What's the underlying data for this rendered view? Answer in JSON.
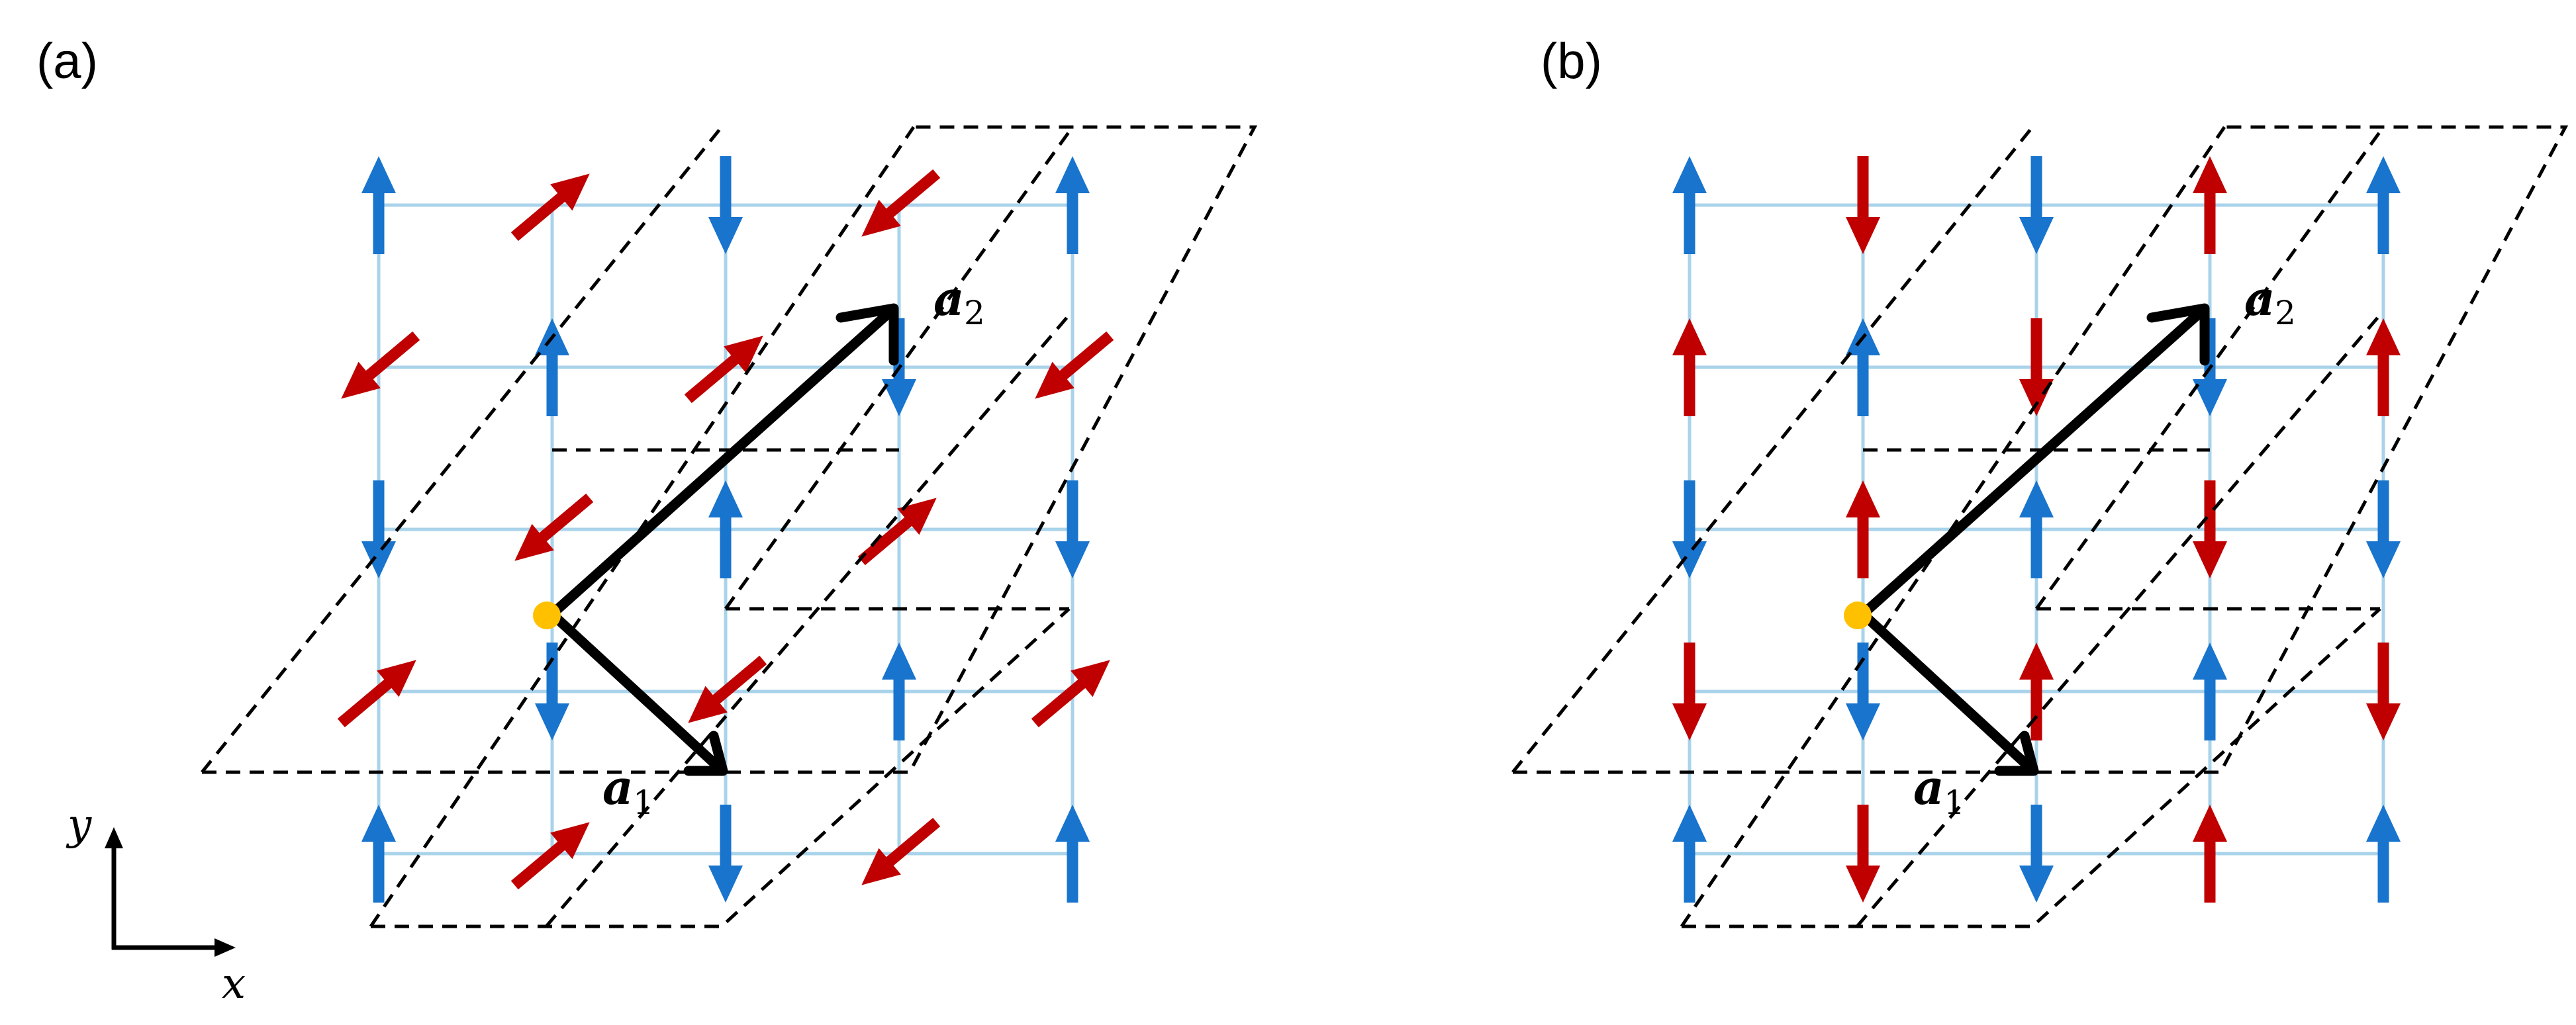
{
  "panels": [
    {
      "id": "a",
      "label": "(a)",
      "vector_labels": {
        "a1_main": "a",
        "a1_sub": "1",
        "a2_main": "a",
        "a2_sub": "2"
      },
      "spin_colors": {
        "blue": "#1874cd",
        "red": "#c00000"
      },
      "spins": [
        {
          "c": 0,
          "r": 0,
          "color": "blue",
          "angle": 90
        },
        {
          "c": 1,
          "r": 0,
          "color": "red",
          "angle": 40
        },
        {
          "c": 2,
          "r": 0,
          "color": "blue",
          "angle": 270
        },
        {
          "c": 3,
          "r": 0,
          "color": "red",
          "angle": 220
        },
        {
          "c": 4,
          "r": 0,
          "color": "blue",
          "angle": 90
        },
        {
          "c": 0,
          "r": 1,
          "color": "red",
          "angle": 220
        },
        {
          "c": 1,
          "r": 1,
          "color": "blue",
          "angle": 90
        },
        {
          "c": 2,
          "r": 1,
          "color": "red",
          "angle": 40
        },
        {
          "c": 3,
          "r": 1,
          "color": "blue",
          "angle": 270
        },
        {
          "c": 4,
          "r": 1,
          "color": "red",
          "angle": 220
        },
        {
          "c": 0,
          "r": 2,
          "color": "blue",
          "angle": 270
        },
        {
          "c": 1,
          "r": 2,
          "color": "red",
          "angle": 220
        },
        {
          "c": 2,
          "r": 2,
          "color": "blue",
          "angle": 90
        },
        {
          "c": 3,
          "r": 2,
          "color": "red",
          "angle": 40
        },
        {
          "c": 4,
          "r": 2,
          "color": "blue",
          "angle": 270
        },
        {
          "c": 0,
          "r": 3,
          "color": "red",
          "angle": 40
        },
        {
          "c": 1,
          "r": 3,
          "color": "blue",
          "angle": 270
        },
        {
          "c": 2,
          "r": 3,
          "color": "red",
          "angle": 220
        },
        {
          "c": 3,
          "r": 3,
          "color": "blue",
          "angle": 90
        },
        {
          "c": 4,
          "r": 3,
          "color": "red",
          "angle": 40
        },
        {
          "c": 0,
          "r": 4,
          "color": "blue",
          "angle": 90
        },
        {
          "c": 1,
          "r": 4,
          "color": "red",
          "angle": 40
        },
        {
          "c": 2,
          "r": 4,
          "color": "blue",
          "angle": 270
        },
        {
          "c": 3,
          "r": 4,
          "color": "red",
          "angle": 220
        },
        {
          "c": 4,
          "r": 4,
          "color": "blue",
          "angle": 90
        }
      ]
    },
    {
      "id": "b",
      "label": "(b)",
      "vector_labels": {
        "a1_main": "a",
        "a1_sub": "1",
        "a2_main": "a",
        "a2_sub": "2"
      },
      "spin_colors": {
        "blue": "#1874cd",
        "red": "#c00000"
      },
      "spins": [
        {
          "c": 0,
          "r": 0,
          "color": "blue",
          "angle": 90
        },
        {
          "c": 1,
          "r": 0,
          "color": "red",
          "angle": 270
        },
        {
          "c": 2,
          "r": 0,
          "color": "blue",
          "angle": 270
        },
        {
          "c": 3,
          "r": 0,
          "color": "red",
          "angle": 90
        },
        {
          "c": 4,
          "r": 0,
          "color": "blue",
          "angle": 90
        },
        {
          "c": 0,
          "r": 1,
          "color": "red",
          "angle": 90
        },
        {
          "c": 1,
          "r": 1,
          "color": "blue",
          "angle": 90
        },
        {
          "c": 2,
          "r": 1,
          "color": "red",
          "angle": 270
        },
        {
          "c": 3,
          "r": 1,
          "color": "blue",
          "angle": 270
        },
        {
          "c": 4,
          "r": 1,
          "color": "red",
          "angle": 90
        },
        {
          "c": 0,
          "r": 2,
          "color": "blue",
          "angle": 270
        },
        {
          "c": 1,
          "r": 2,
          "color": "red",
          "angle": 90
        },
        {
          "c": 2,
          "r": 2,
          "color": "blue",
          "angle": 90
        },
        {
          "c": 3,
          "r": 2,
          "color": "red",
          "angle": 270
        },
        {
          "c": 4,
          "r": 2,
          "color": "blue",
          "angle": 270
        },
        {
          "c": 0,
          "r": 3,
          "color": "red",
          "angle": 270
        },
        {
          "c": 1,
          "r": 3,
          "color": "blue",
          "angle": 270
        },
        {
          "c": 2,
          "r": 3,
          "color": "red",
          "angle": 90
        },
        {
          "c": 3,
          "r": 3,
          "color": "blue",
          "angle": 90
        },
        {
          "c": 4,
          "r": 3,
          "color": "red",
          "angle": 270
        },
        {
          "c": 0,
          "r": 4,
          "color": "blue",
          "angle": 90
        },
        {
          "c": 1,
          "r": 4,
          "color": "red",
          "angle": 270
        },
        {
          "c": 2,
          "r": 4,
          "color": "blue",
          "angle": 270
        },
        {
          "c": 3,
          "r": 4,
          "color": "red",
          "angle": 90
        },
        {
          "c": 4,
          "r": 4,
          "color": "blue",
          "angle": 90
        }
      ]
    }
  ],
  "axes": {
    "x_label": "x",
    "y_label": "y"
  },
  "colors": {
    "grid": "#a9d3ea",
    "origin_dot": "#ffc000",
    "vector": "#000000"
  }
}
